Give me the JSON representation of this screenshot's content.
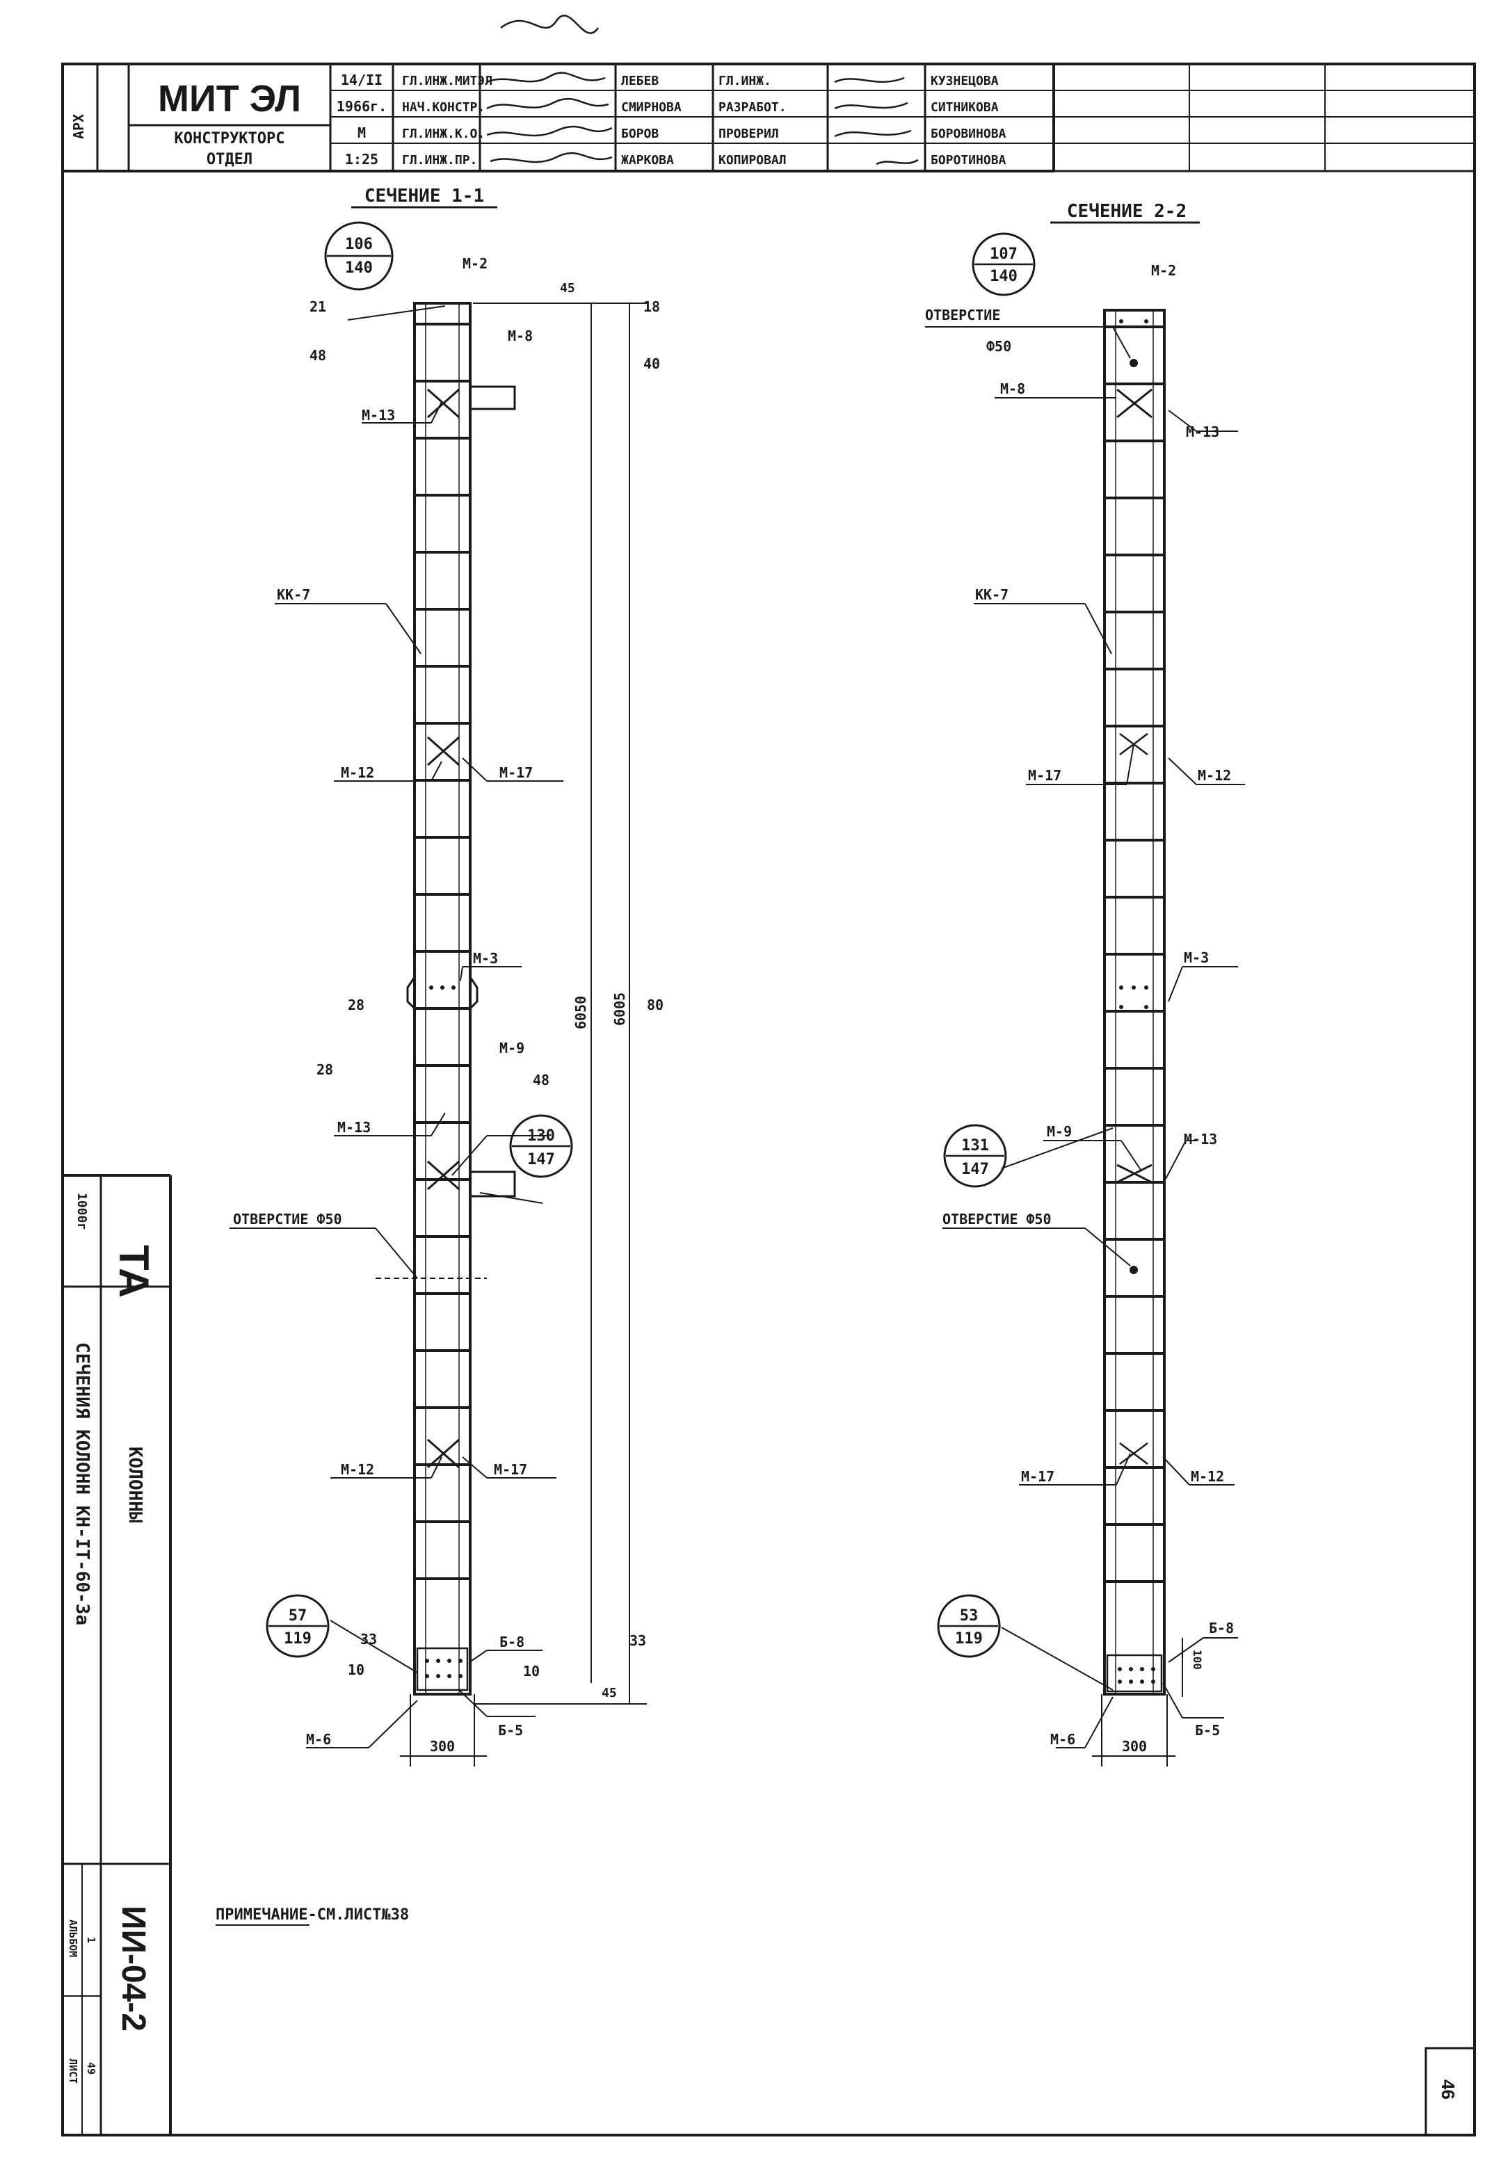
{
  "title_block": {
    "org": "МИТ ЭЛ",
    "org_sub1": "КОНСТРУКТОРС",
    "org_sub2": "ОТДЕЛ",
    "left_strip": "АРХ",
    "date1": "14/II",
    "date2": "1966г.",
    "scale_label": "М",
    "scale": "1:25",
    "roles": [
      "ГЛ.ИНЖ.МИТЭЛ",
      "НАЧ.КОНСТР.",
      "ГЛ.ИНЖ.К.О.",
      "ГЛ.ИНЖ.ПР."
    ],
    "names": [
      "ЛЕБЕВ",
      "СМИРНОВА",
      "БОРОВ",
      "ЖАРКОВА"
    ],
    "roles2": [
      "ГЛ.ИНЖ.",
      "РАЗРАБОТ.",
      "ПРОВЕРИЛ",
      "КОПИРОВАЛ"
    ],
    "names2": [
      "КУЗНЕЦОВА",
      "СИТНИКОВА",
      "БОРОВИНОВА",
      "БОРОТИНОВА"
    ]
  },
  "side_block": {
    "logo": "ТА",
    "code_small": "1000г",
    "subject": "КОЛОННЫ",
    "description": "СЕЧЕНИЯ КОЛОНН КН-IТ-60-3а",
    "drawing_no": "ИИ-04-2",
    "album_label": "АЛЬБОМ",
    "album": "1",
    "sheet_label": "ЛИСТ",
    "sheet": "49"
  },
  "section1": {
    "title": "СЕЧЕНИЕ 1-1",
    "circle_top": [
      "106",
      "140"
    ],
    "circle_mid": [
      "130",
      "147"
    ],
    "circle_bot": [
      "57",
      "119"
    ],
    "labels": {
      "m2": "М-2",
      "m8": "М-8",
      "m13": "М-13",
      "m13b": "М-13",
      "kk7": "КК-7",
      "m17a": "М-17",
      "m12a": "М-12",
      "m3": "М-3",
      "m9": "М-9",
      "m17b": "М-17",
      "m12b": "М-12",
      "m6": "М-6",
      "b8": "Б-8",
      "b5": "Б-5",
      "hole": "ОТВЕРСТИЕ Ф50"
    },
    "dims": {
      "d1": "21",
      "d2": "48",
      "d3": "18",
      "d4": "40",
      "d5": "28",
      "d6": "80",
      "d7": "28",
      "d8": "48",
      "d9": "33",
      "d10": "10",
      "d11": "10",
      "d12": "33",
      "h1": "6050",
      "h2": "6005",
      "top": "45",
      "bot": "45",
      "width": "300"
    }
  },
  "section2": {
    "title": "СЕЧЕНИЕ 2-2",
    "circle_top": [
      "107",
      "140"
    ],
    "circle_mid": [
      "131",
      "147"
    ],
    "circle_bot": [
      "53",
      "119"
    ],
    "labels": {
      "m2": "М-2",
      "hole_top": "ОТВЕРСТИЕ",
      "hole_top_d": "Ф50",
      "m8": "М-8",
      "m13": "М-13",
      "kk7": "КК-7",
      "m17a": "М-17",
      "m12a": "М-12",
      "m3": "М-3",
      "m9": "М-9",
      "m13b": "М-13",
      "hole": "ОТВЕРСТИЕ Ф50",
      "m17b": "М-17",
      "m12b": "М-12",
      "b8": "Б-8",
      "m6": "М-6",
      "b5": "Б-5"
    },
    "dims": {
      "width": "300",
      "side": "100"
    }
  },
  "note": "ПРИМЕЧАНИЕ-СМ.ЛИСТ№38",
  "page_number": "46"
}
